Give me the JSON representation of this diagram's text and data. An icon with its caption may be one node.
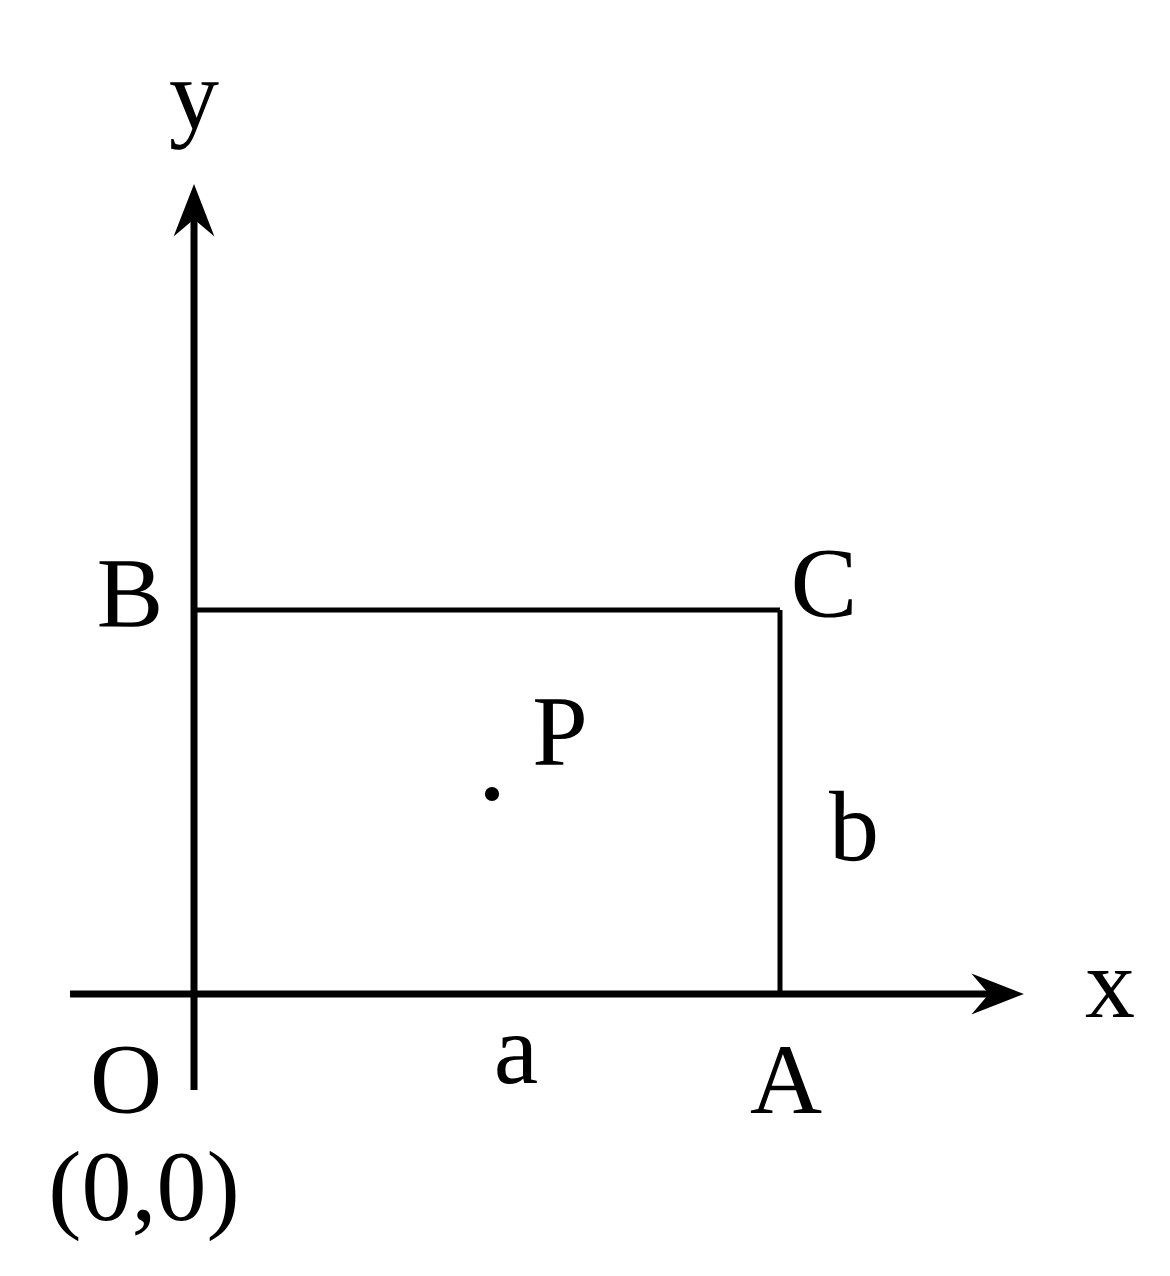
{
  "diagram": {
    "labels": [
      "y",
      "B",
      "C",
      "P",
      "b",
      "x",
      "O",
      "a",
      "A",
      "(0,0)"
    ]
  }
}
